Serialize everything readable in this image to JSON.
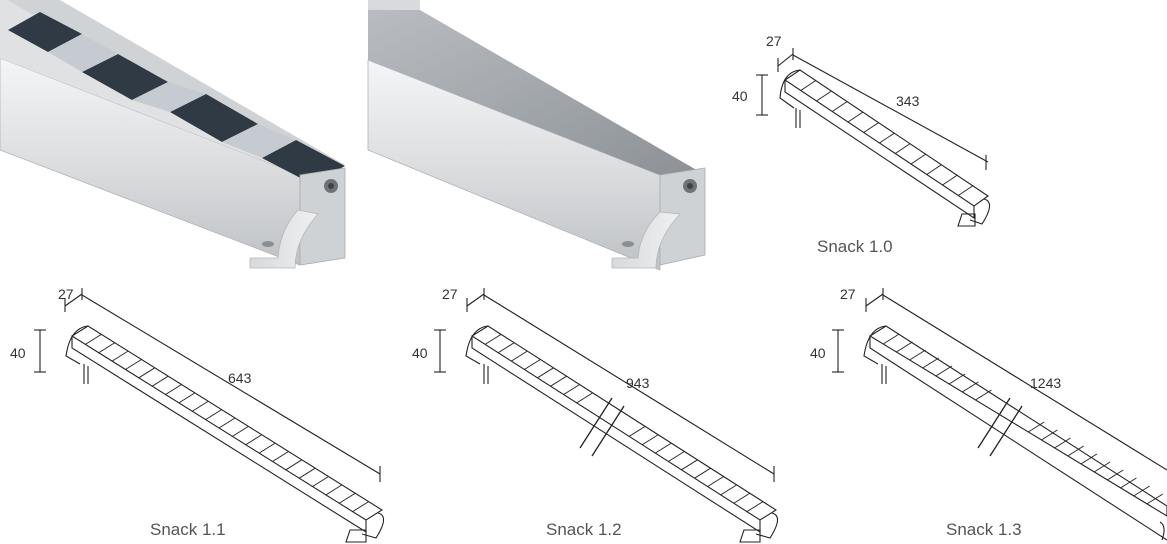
{
  "products": [
    {
      "name": "Snack 1.0",
      "width": "27",
      "height": "40",
      "length": "343"
    },
    {
      "name": "Snack 1.1",
      "width": "27",
      "height": "40",
      "length": "643"
    },
    {
      "name": "Snack 1.2",
      "width": "27",
      "height": "40",
      "length": "943"
    },
    {
      "name": "Snack 1.3",
      "width": "27",
      "height": "40",
      "length": "1243"
    }
  ]
}
